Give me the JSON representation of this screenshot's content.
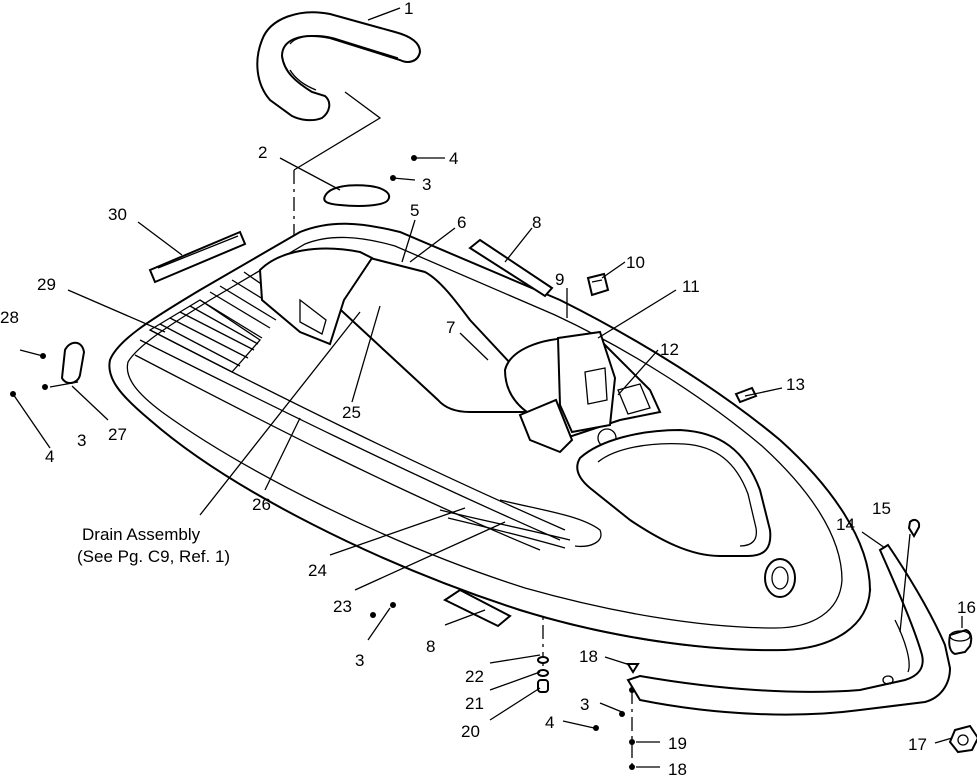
{
  "callouts": {
    "c1": "1",
    "c2": "2",
    "c3a": "3",
    "c4a": "4",
    "c5": "5",
    "c6": "6",
    "c8a": "8",
    "c9": "9",
    "c10": "10",
    "c11": "11",
    "c12": "12",
    "c13": "13",
    "c7": "7",
    "c30": "30",
    "c29": "29",
    "c28": "28",
    "c3b": "3",
    "c4b": "4",
    "c27": "27",
    "c26": "26",
    "c25": "25",
    "c24": "24",
    "c23": "23",
    "c3c": "3",
    "c8b": "8",
    "c22": "22",
    "c21": "21",
    "c20": "20",
    "c18a": "18",
    "c3d": "3",
    "c4c": "4",
    "c19": "19",
    "c18b": "18",
    "c14": "14",
    "c15": "15",
    "c16": "16",
    "c17": "17"
  },
  "note": {
    "line1": "Drain Assembly",
    "line2": "(See Pg. C9, Ref. 1)"
  }
}
